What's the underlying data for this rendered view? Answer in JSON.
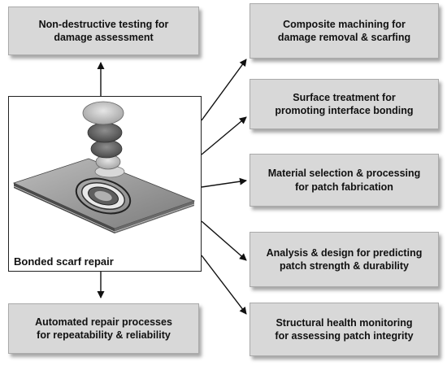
{
  "center": {
    "label": "Bonded scarf repair"
  },
  "top_box": {
    "line1": "Non-destructive testing for",
    "line2": "damage assessment"
  },
  "bottom_box": {
    "line1": "Automated repair processes",
    "line2": "for repeatability & reliability"
  },
  "right_boxes": [
    {
      "line1": "Composite machining for",
      "line2": "damage removal & scarfing"
    },
    {
      "line1": "Surface treatment for",
      "line2": "promoting interface bonding"
    },
    {
      "line1": "Material selection & processing",
      "line2": "for patch fabrication"
    },
    {
      "line1": "Analysis & design for predicting",
      "line2": "patch strength & durability"
    },
    {
      "line1": "Structural health monitoring",
      "line2": "for assessing patch integrity"
    }
  ]
}
